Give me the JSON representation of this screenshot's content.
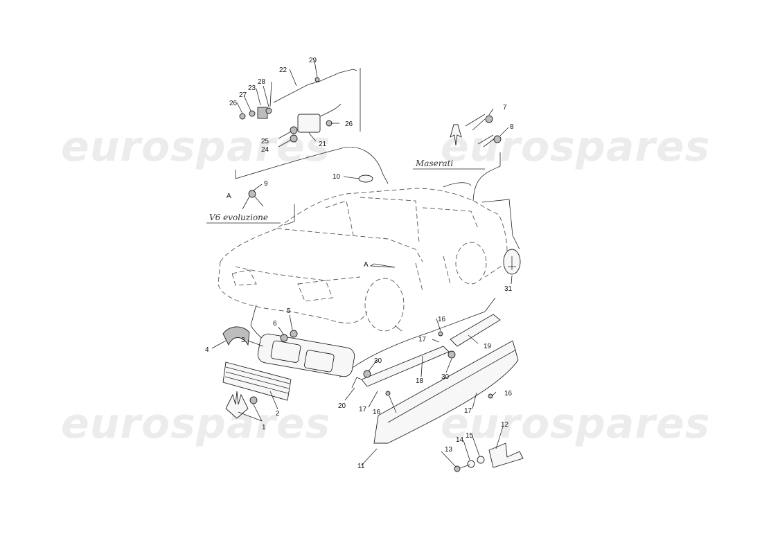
{
  "watermark": "eurospares",
  "badges": {
    "v6": "V6 evoluzione",
    "maserati": "Maserati"
  },
  "view_markers": {
    "detail_a": "A",
    "car_a": "A"
  },
  "callouts": [
    "1",
    "2",
    "3",
    "4",
    "5",
    "6",
    "7",
    "8",
    "9",
    "10",
    "11",
    "12",
    "13",
    "14",
    "15",
    "16",
    "16",
    "16",
    "17",
    "17",
    "17",
    "18",
    "19",
    "20",
    "21",
    "22",
    "23",
    "24",
    "25",
    "26",
    "26",
    "27",
    "28",
    "29",
    "30",
    "30",
    "31"
  ]
}
